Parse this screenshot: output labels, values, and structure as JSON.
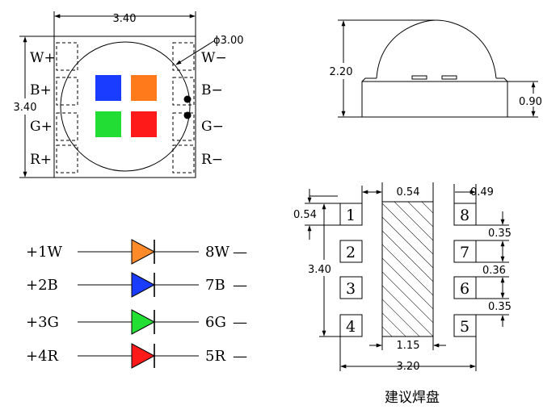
{
  "top_view": {
    "width_label": "3.40",
    "height_label": "3.40",
    "diameter_label": "ϕ3.00",
    "pins_left": [
      "W+",
      "B+",
      "G+",
      "R+"
    ],
    "pins_right": [
      "W−",
      "B−",
      "G−",
      "R−"
    ],
    "chips": [
      {
        "color": "#1a3cff"
      },
      {
        "color": "#ff7a1a"
      },
      {
        "color": "#22dd33"
      },
      {
        "color": "#ff1a1a"
      }
    ]
  },
  "side_view": {
    "height_label": "2.20",
    "base_label": "0.90"
  },
  "wiring": {
    "rows": [
      {
        "left": "+1W",
        "right": "8W",
        "color": "#ff8a2a"
      },
      {
        "left": "+2B",
        "right": "7B",
        "color": "#1a3cff"
      },
      {
        "left": "+3G",
        "right": "6G",
        "color": "#22e033"
      },
      {
        "left": "+4R",
        "right": "5R",
        "color": "#ff1a1a"
      }
    ],
    "dash": "—"
  },
  "pad_layout": {
    "left_pads": [
      "1",
      "2",
      "3",
      "4"
    ],
    "right_pads": [
      "8",
      "7",
      "6",
      "5"
    ],
    "pad_width_label": "0.54",
    "center_width_label": "0.54",
    "right_width_label": "0.49",
    "pitch_labels": [
      "0.35",
      "0.36",
      "0.35"
    ],
    "height_label": "3.40",
    "center_bottom_label": "1.15",
    "total_width_label": "3.20",
    "caption": "建议焊盘"
  }
}
